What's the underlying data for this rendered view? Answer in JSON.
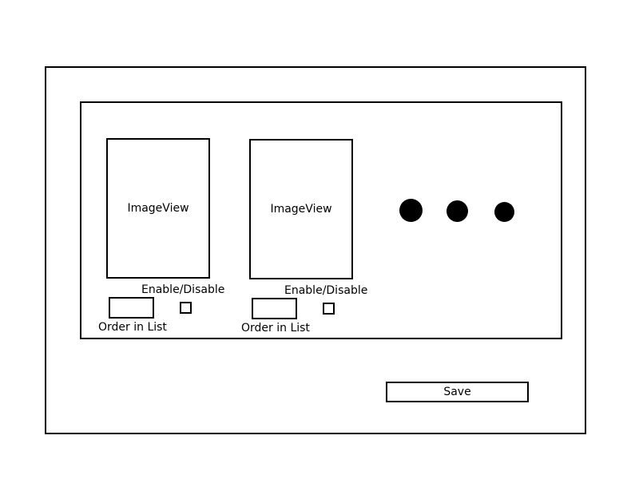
{
  "items": [
    {
      "image_label": "ImageView",
      "toggle_label": "Enable/Disable",
      "order_label": "Order in List",
      "order_value": ""
    },
    {
      "image_label": "ImageView",
      "toggle_label": "Enable/Disable",
      "order_label": "Order in List",
      "order_value": ""
    }
  ],
  "more_indicator": "ellipsis-dots",
  "save_label": "Save"
}
